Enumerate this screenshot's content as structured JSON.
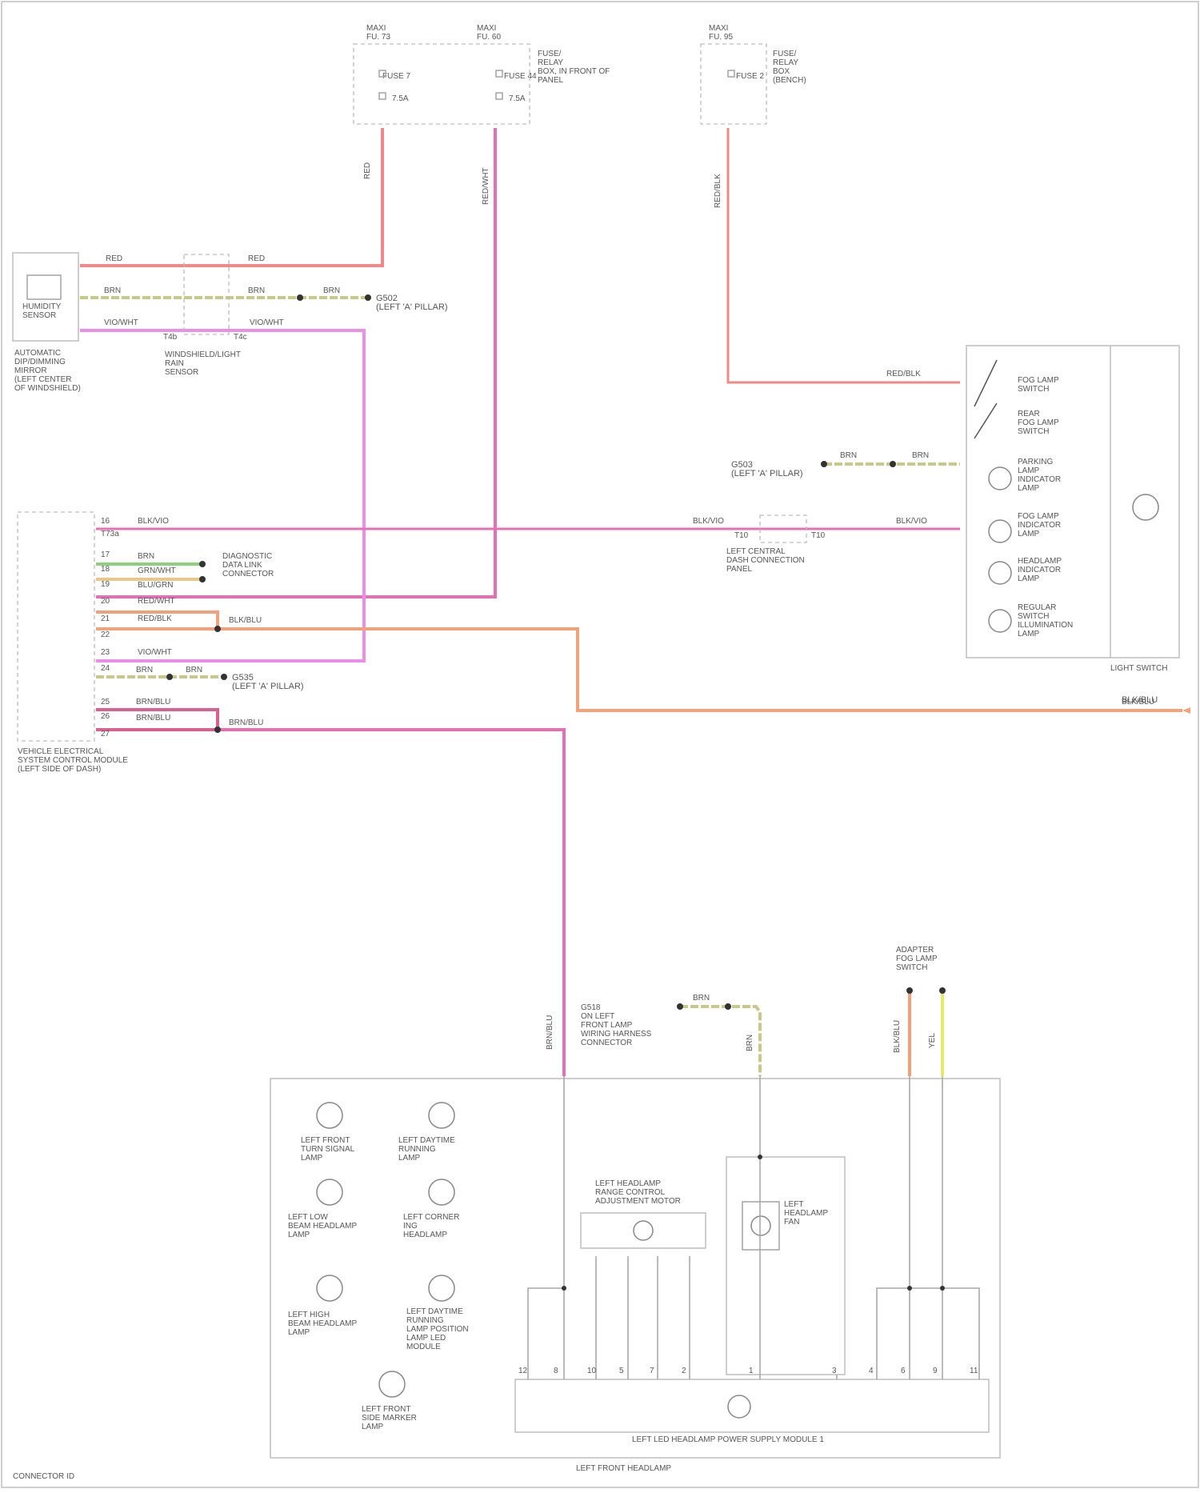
{
  "fuse_boxes": {
    "f1_heading": "MAXI\nFU. 73",
    "f2_heading": "MAXI\nFU. 60",
    "f3_heading": "MAXI\nFU. 95",
    "f1_row1": "FUSE 7",
    "f1_row2": "7.5A",
    "f2_row1": "FUSE 44",
    "f2_row2": "7.5A",
    "f2_side": "FUSE/\nRELAY\nBOX, IN FRONT OF\nPANEL",
    "f3_row1": "FUSE 2",
    "f3_side": "FUSE/\nRELAY\nBOX\n(BENCH)"
  },
  "wires": {
    "red_top_vertical": "RED",
    "red_to_sensor": "RED",
    "red_splice": "RED",
    "brn_1": "BRN",
    "brn_2": "BRN",
    "brn_3": "BRN",
    "vio_1": "VIO/WHT",
    "vio_2": "VIO/WHT",
    "pink_vertical": "RED/WHT",
    "right_vertical": "RED/BLK",
    "right_to_switch": "RED/BLK",
    "right_brn_a": "BRN",
    "right_brn_b": "BRN",
    "pink_h_left": "BLK/VIO",
    "pink_h_mid": "BLK/VIO",
    "pink_h_right": "BLK/VIO",
    "module_w1": "BRN",
    "module_w2": "GRN/WHT",
    "module_w3": "BLU/GRN",
    "module_w4": "RED/WHT",
    "module_w5": "RED/BLK",
    "module_w6": "BLK/BLU",
    "module_w7": "VIO/WHT",
    "module_w8": "BRN",
    "module_w9": "BRN",
    "module_w10": "BRN/BLU",
    "module_w11": "BRN/BLU",
    "module_w12": "BRN/BLU",
    "orange_long": "BLK/BLU",
    "orange_right_end": "BLK/BLU",
    "bottom_vertical": "BRN/BLU",
    "bottom_brn": "BRN",
    "bottom_brn_vert": "BRN",
    "orange_bottom": "BLK/BLU",
    "yellow_bottom": "YEL"
  },
  "labels": {
    "sensor_name": "HUMIDITY\nSENSOR",
    "sensor_caption": "AUTOMATIC\nDIP/DIMMING\nMIRROR\n(LEFT CENTER\nOF WINDSHIELD)",
    "connector_caption": "WINDSHIELD/LIGHT\nRAIN\nSENSOR",
    "ground1": "G502\n(LEFT 'A' PILLAR)",
    "ground2": "G503\n(LEFT 'A' PILLAR)",
    "ground3": "G535\n(LEFT 'A' PILLAR)",
    "ground4": "G518\nON LEFT\nFRONT LAMP\nWIRING HARNESS\nCONNECTOR",
    "module_caption": "VEHICLE ELECTRICAL\nSYSTEM CONTROL MODULE\n(LEFT SIDE OF DASH)",
    "module_pin_group": "DIAGNOSTIC\nDATA LINK\nCONNECTOR",
    "inline_connector": "LEFT CENTRAL\nDASH CONNECTION\nPANEL",
    "light_switch_caption": "LIGHT SWITCH",
    "ls_1": "FOG LAMP\nSWITCH",
    "ls_2": "REAR\nFOG LAMP\nSWITCH",
    "ls_3": "PARKING\nLAMP\nINDICATOR\nLAMP",
    "ls_4": "FOG LAMP\nINDICATOR\nLAMP",
    "ls_5": "HEADLAMP\nINDICATOR\nLAMP",
    "ls_6": "REGULAR\nSWITCH\nILLUMINATION\nLAMP",
    "right_arrow_label": "BLK/BLU",
    "bottom_conn_caption": "ADAPTER\nFOG LAMP\nSWITCH",
    "lamp_1": "LEFT FRONT\nTURN SIGNAL\nLAMP",
    "lamp_2": "LEFT DAYTIME\nRUNNING\nLAMP",
    "lamp_3": "LEFT LOW\nBEAM HEADLAMP\nLAMP",
    "lamp_4": "LEFT CORNER\nING\nHEADLAMP",
    "lamp_5": "LEFT HIGH\nBEAM HEADLAMP\nLAMP",
    "lamp_6": "LEFT DAYTIME\nRUNNING\nLAMP POSITION\nLAMP LED\nMODULE",
    "lamp_7": "LEFT FRONT\nSIDE MARKER\nLAMP",
    "motor_caption": "LEFT HEADLAMP\nRANGE CONTROL\nADJUSTMENT MOTOR",
    "fan_caption": "LEFT\nHEADLAMP\nFAN",
    "power_module_caption": "LEFT LED HEADLAMP POWER SUPPLY MODULE 1",
    "headlamp_caption": "LEFT FRONT HEADLAMP",
    "footer": "CONNECTOR ID"
  },
  "pins": {
    "m1": "16",
    "m2": "T73a",
    "m3": "17",
    "m4": "18",
    "m5": "19",
    "m6": "20",
    "m7": "21",
    "m8": "22",
    "m9": "23",
    "m10": "24",
    "m11": "25",
    "m12": "26",
    "m13": "27",
    "c1": "T4b",
    "c2": "T4c",
    "ic1": "T10",
    "ic2": "T10",
    "p1": "12",
    "p2": "8",
    "p3": "10",
    "p4": "5",
    "p5": "7",
    "p6": "2",
    "p7": "1",
    "p8": "3",
    "p9": "4",
    "p10": "6",
    "p11": "9",
    "p12": "11"
  },
  "colors": {
    "red": "#f08a8a",
    "pink": "#e56fb4",
    "magenta": "#ea8ee7",
    "orange": "#f2a27a",
    "green": "#8ed07a",
    "yellow": "#e8e86a",
    "olive": "#c8c88a",
    "gray": "#a9a9a9"
  }
}
